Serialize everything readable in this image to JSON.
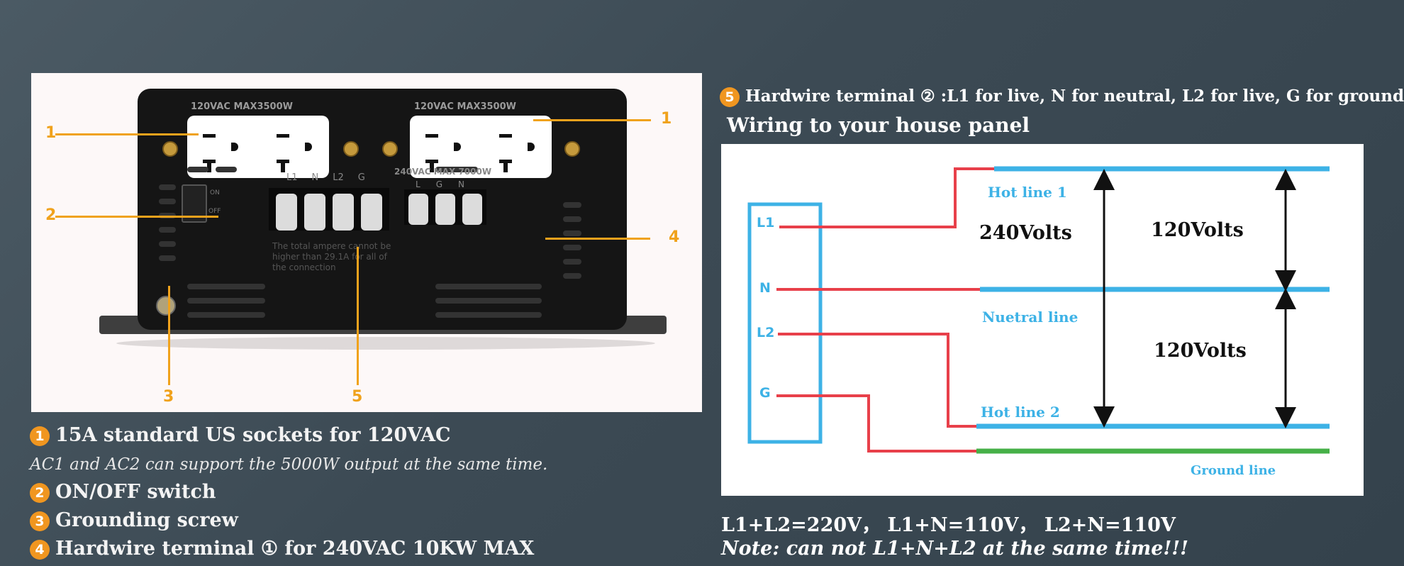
{
  "photo": {
    "outlet_left_label": "120VAC MAX3500W",
    "outlet_right_label": "120VAC MAX3500W",
    "switch_on": "ON",
    "switch_off": "OFF",
    "terminal_labels": [
      "L1",
      "N",
      "L2",
      "G"
    ],
    "hardwire_label": "240VAC MAX 7000W",
    "hardwire_terminal_labels": [
      "L",
      "G",
      "N"
    ],
    "warning_text": "The total ampere cannot be higher than 29.1A for all of the connection",
    "callouts": [
      "1",
      "1",
      "2",
      "3",
      "4",
      "5"
    ]
  },
  "features": [
    {
      "num": "1",
      "text": "15A standard US sockets for 120VAC"
    },
    {
      "sub": "AC1 and AC2 can support the 5000W output at the same time."
    },
    {
      "num": "2",
      "text": "ON/OFF switch"
    },
    {
      "num": "3",
      "text": "Grounding screw"
    },
    {
      "num": "4",
      "text": "Hardwire terminal ① for 240VAC 10KW   MAX"
    }
  ],
  "right": {
    "badge": "5",
    "title1": "Hardwire terminal ② :L1 for live, N for neutral, L2 for live, G for ground",
    "title2": "Wiring to your house panel"
  },
  "diagram": {
    "terminals": [
      "L1",
      "N",
      "L2",
      "G"
    ],
    "hot1": "Hot line 1",
    "neutral": "Nuetral line",
    "hot2": "Hot line 2",
    "ground": "Ground line",
    "v240": "240Volts",
    "v120a": "120Volts",
    "v120b": "120Volts",
    "colors": {
      "red": "#e8404a",
      "blue": "#3db2e6",
      "green": "#46b048",
      "arrow": "#111111"
    }
  },
  "equation": "L1+L2=220V， L1+N=110V， L2+N=110V",
  "note": "Note: can not L1+N+L2 at the same time!!!"
}
